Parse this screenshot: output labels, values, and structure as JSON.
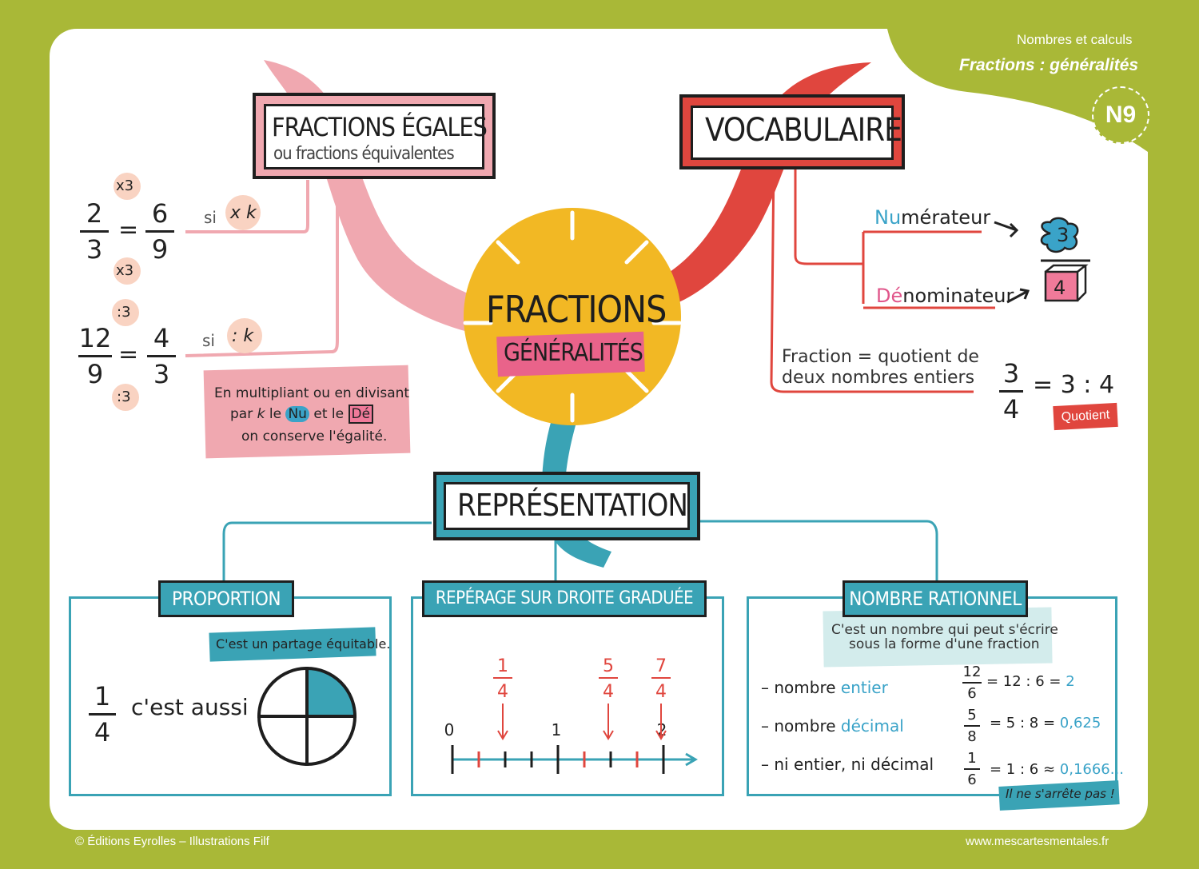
{
  "header": {
    "category": "Nombres et calculs",
    "subtitle": "Fractions : généralités",
    "badge": "N9"
  },
  "center": {
    "title": "FRACTIONS",
    "subtitle": "GÉNÉRALITÉS"
  },
  "equal": {
    "title": "FRACTIONS ÉGALES",
    "subtitle": "ou fractions équivalentes",
    "ex1": {
      "n1": "2",
      "d1": "3",
      "eq": "=",
      "n2": "6",
      "d2": "9",
      "top": "x3",
      "bottom": "x3",
      "si": "si",
      "rule": "x k"
    },
    "ex2": {
      "n1": "12",
      "d1": "9",
      "eq": "=",
      "n2": "4",
      "d2": "3",
      "top": ":3",
      "bottom": ":3",
      "si": "si",
      "rule": ": k"
    },
    "note_line1": "En multipliant ou en divisant",
    "note_line2_a": "par",
    "note_line2_k": "k",
    "note_line2_b": "le",
    "note_nu": "Nu",
    "note_line2_c": "et le",
    "note_de": "Dé",
    "note_line3": "on conserve l'égalité."
  },
  "vocab": {
    "title": "VOCABULAIRE",
    "num_prefix": "Nu",
    "num_rest": "mérateur",
    "den_prefix": "Dé",
    "den_rest": "nominateur",
    "num_value": "3",
    "den_value": "4",
    "def_line1": "Fraction = quotient de",
    "def_line2": "deux nombres entiers",
    "frac_n": "3",
    "frac_d": "4",
    "equals_expr": "= 3 : 4",
    "quotient_label": "Quotient"
  },
  "repr": {
    "title": "REPRÉSENTATION",
    "proportion": {
      "title": "PROPORTION",
      "tag": "C'est un partage équitable.",
      "n": "1",
      "d": "4",
      "text": "c'est aussi",
      "filled_parts": 1,
      "total_parts": 4
    },
    "line": {
      "title": "REPÉRAGE SUR DROITE GRADUÉE",
      "labels": [
        {
          "n": "1",
          "d": "4",
          "value": 0.25
        },
        {
          "n": "5",
          "d": "4",
          "value": 1.25
        },
        {
          "n": "7",
          "d": "4",
          "value": 1.75
        }
      ],
      "ticks": [
        "0",
        "1",
        "2"
      ],
      "step": 0.25,
      "max": 2
    },
    "rational": {
      "title": "NOMBRE RATIONNEL",
      "desc_line1": "C'est un nombre qui peut s'écrire",
      "desc_line2": "sous la forme d'une fraction",
      "rows": [
        {
          "label": "– nombre",
          "kind": "entier",
          "n": "12",
          "d": "6",
          "expr": "= 12 : 6 =",
          "result": "2"
        },
        {
          "label": "– nombre",
          "kind": "décimal",
          "n": "5",
          "d": "8",
          "expr": "= 5 : 8 =",
          "result": "0,625"
        },
        {
          "label": "– ni entier, ni décimal",
          "kind": "",
          "n": "1",
          "d": "6",
          "expr": "= 1 : 6 ≈",
          "result": "0,1666..."
        }
      ],
      "note": "Il ne s'arrête pas !"
    }
  },
  "footer": {
    "left": "© Éditions Eyrolles – Illustrations Filf",
    "right": "www.mescartesmentales.fr"
  },
  "colors": {
    "green": "#a9b837",
    "pink": "#f0a8b0",
    "red": "#e0463e",
    "teal": "#3aa3b5",
    "yellow": "#f2b824"
  }
}
